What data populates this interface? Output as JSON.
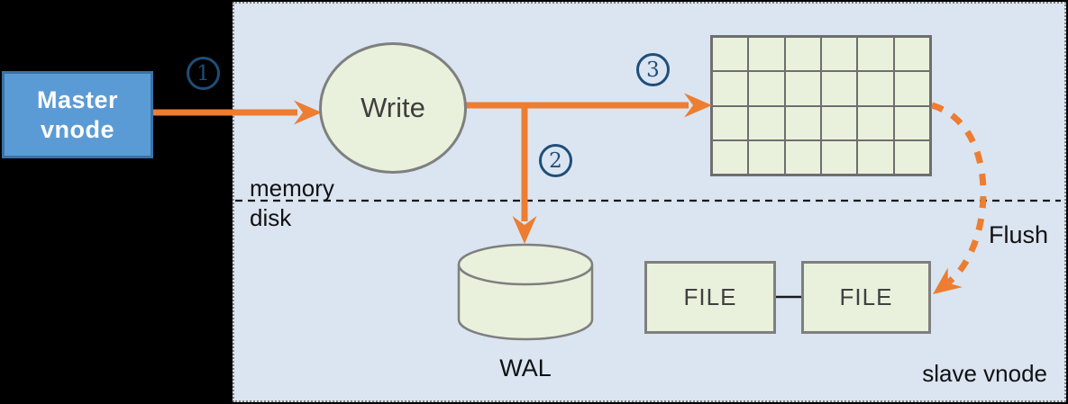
{
  "colors": {
    "canvas_black": "#000000",
    "region_background": "#DBE5F1",
    "accent_orange": "#ED7D31",
    "shape_green": "#E9F1DC",
    "shape_border_gray": "#7F7F7F",
    "master_blue": "#5B9BD5",
    "master_border_blue": "#3A72A5",
    "step_badge_navy": "#1F4E79"
  },
  "diagram": {
    "master_node": {
      "lines": [
        "Master",
        "vnode"
      ]
    },
    "region": {
      "label": "slave vnode"
    },
    "write_node": {
      "label": "Write"
    },
    "steps": [
      "1",
      "2",
      "3"
    ],
    "layers": {
      "above_divider": "memory",
      "below_divider": "disk"
    },
    "wal": {
      "label": "WAL"
    },
    "flush": {
      "label": "Flush"
    },
    "files": [
      "FILE",
      "FILE"
    ],
    "memtable_grid": {
      "rows": 4,
      "cols": 6
    }
  }
}
